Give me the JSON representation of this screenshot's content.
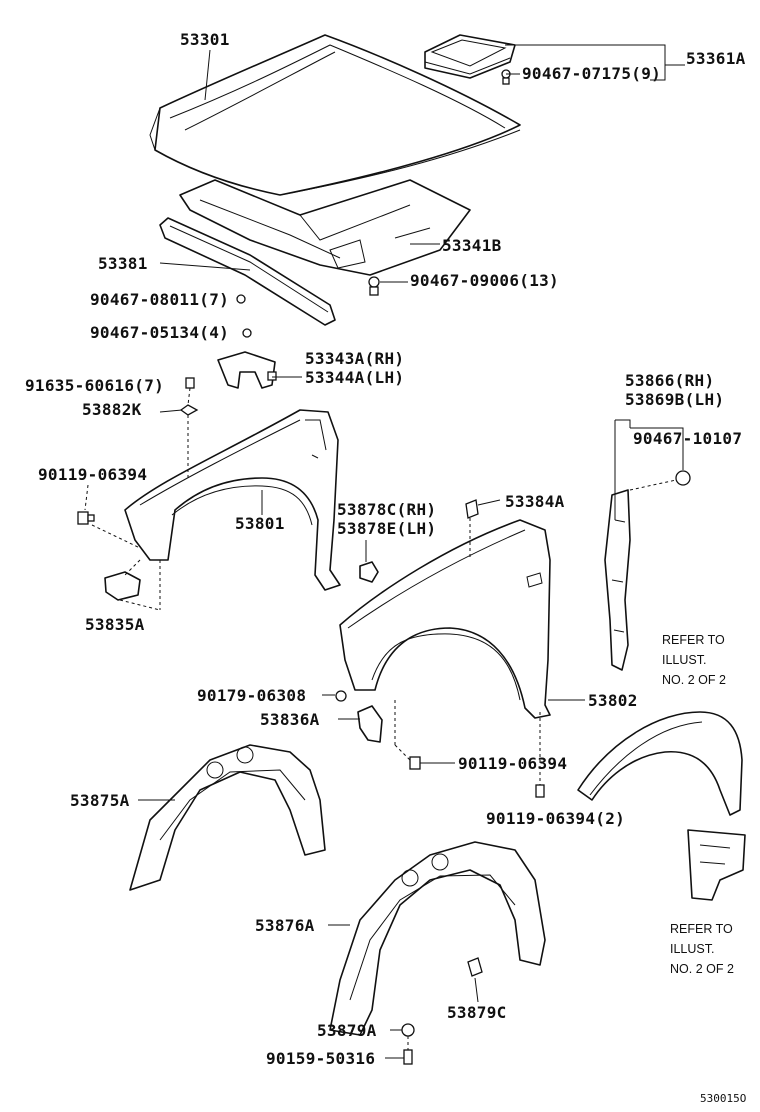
{
  "labels": {
    "l53301": "53301",
    "l53361a": "53361A",
    "l90467_07175": "90467-07175(9)",
    "l53341b": "53341B",
    "l53381": "53381",
    "l90467_09006": "90467-09006(13)",
    "l90467_08011": "90467-08011(7)",
    "l90467_05134": "90467-05134(4)",
    "l53343a": "53343A(RH)",
    "l53344a": "53344A(LH)",
    "l91635_60616": "91635-60616(7)",
    "l53882k": "53882K",
    "l53866": "53866(RH)",
    "l53869b": "53869B(LH)",
    "l90467_10107": "90467-10107",
    "l90119_06394_a": "90119-06394",
    "l53801": "53801",
    "l53878c": "53878C(RH)",
    "l53878e": "53878E(LH)",
    "l53384a": "53384A",
    "l53835a": "53835A",
    "l90179_06308": "90179-06308",
    "l53802": "53802",
    "l53836a": "53836A",
    "l90119_06394_b": "90119-06394",
    "l90119_06394_c": "90119-06394(2)",
    "l53875a": "53875A",
    "l53876a": "53876A",
    "l53879c": "53879C",
    "l53879a": "53879A",
    "l90159_50316": "90159-50316"
  },
  "notes": {
    "refer_top_1": "REFER TO",
    "refer_top_2": "ILLUST.",
    "refer_top_3": "NO. 2 OF 2",
    "refer_bottom_1": "REFER TO",
    "refer_bottom_2": "ILLUST.",
    "refer_bottom_3": "NO. 2 OF 2"
  },
  "figure_code": "530015O"
}
